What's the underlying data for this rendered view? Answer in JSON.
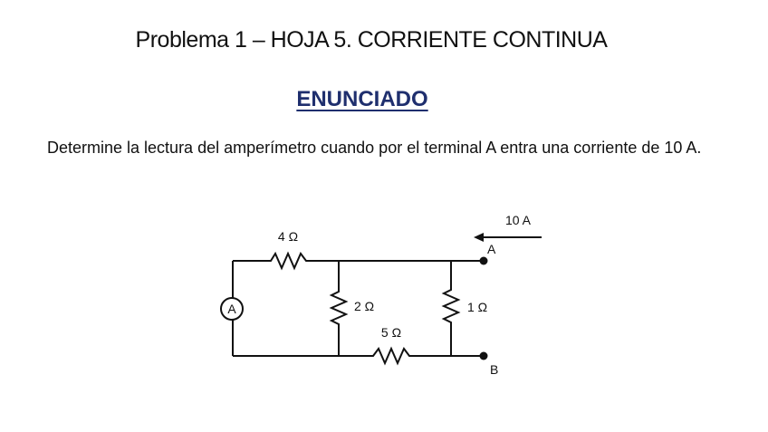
{
  "document": {
    "title": "Problema 1 – HOJA 5. CORRIENTE CONTINUA",
    "section_heading": "ENUNCIADO",
    "statement": "Determine la lectura del amperímetro cuando por el terminal A entra una corriente de 10 A.",
    "heading_color": "#1f2f6e"
  },
  "circuit": {
    "ammeter_label": "A",
    "resistors": [
      {
        "id": "r1",
        "label": "4 Ω",
        "position": "top-left branch"
      },
      {
        "id": "r2",
        "label": "2 Ω",
        "position": "middle vertical"
      },
      {
        "id": "r3",
        "label": "5 Ω",
        "position": "bottom"
      },
      {
        "id": "r4",
        "label": "1 Ω",
        "position": "right vertical"
      }
    ],
    "terminals": [
      {
        "id": "A",
        "label": "A"
      },
      {
        "id": "B",
        "label": "B"
      }
    ],
    "current": {
      "label": "10 A",
      "direction": "into terminal A"
    }
  }
}
